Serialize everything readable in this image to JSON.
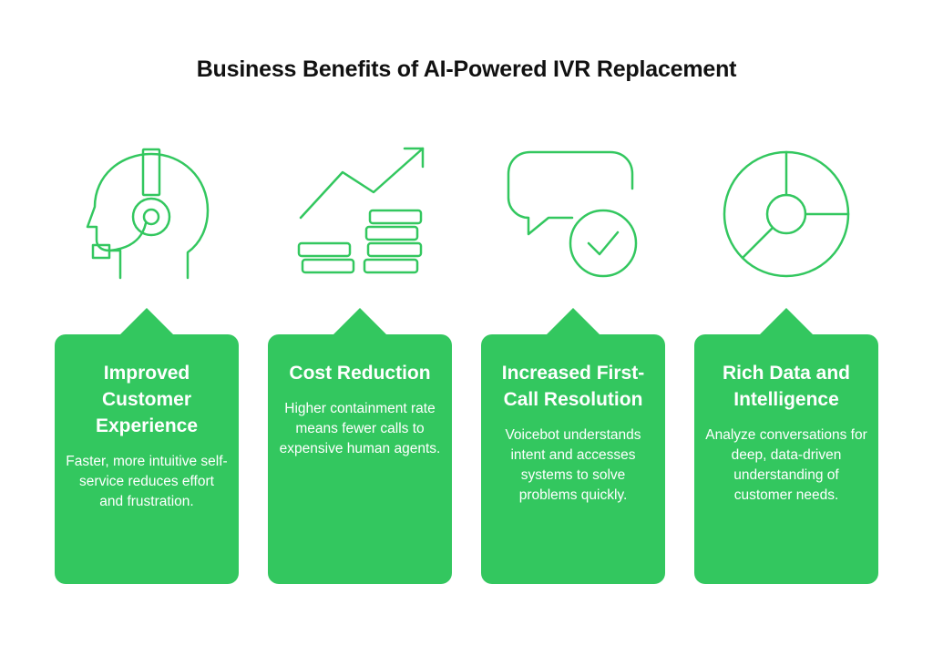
{
  "title": "Business Benefits of AI-Powered IVR Replacement",
  "colors": {
    "accent": "#33c75f",
    "text": "#111111",
    "card_text": "#ffffff"
  },
  "benefits": [
    {
      "icon": "headset-agent-icon",
      "title": "Improved Customer Experience",
      "description": "Faster, more intuitive self-service reduces effort and frustration."
    },
    {
      "icon": "growth-coins-icon",
      "title": "Cost Reduction",
      "description": "Higher containment rate means fewer calls to expensive human agents."
    },
    {
      "icon": "chat-check-icon",
      "title": "Increased First-Call Resolution",
      "description": "Voicebot understands intent and accesses systems to solve problems quickly."
    },
    {
      "icon": "pie-chart-icon",
      "title": "Rich Data and Intelligence",
      "description": "Analyze conversations for deep, data-driven understanding of customer needs."
    }
  ]
}
